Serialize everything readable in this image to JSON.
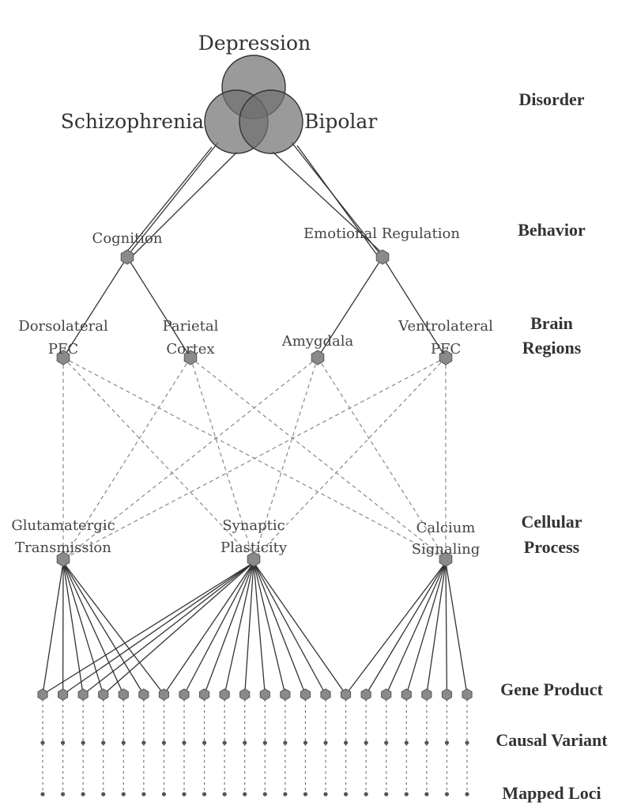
{
  "disorders": {
    "items": [
      {
        "key": "depression",
        "label": "Depression"
      },
      {
        "key": "schizophrenia",
        "label": "Schizophrenia"
      },
      {
        "key": "bipolar",
        "label": "Bipolar"
      }
    ]
  },
  "levels": {
    "disorder": "Disorder",
    "behavior": "Behavior",
    "brain_regions": [
      "Brain",
      "Regions"
    ],
    "cellular_process": [
      "Cellular",
      "Process"
    ],
    "gene_product": "Gene Product",
    "causal_variant": "Causal Variant",
    "mapped_loci": "Mapped Loci"
  },
  "behaviors": [
    {
      "key": "cognition",
      "label": "Cognition"
    },
    {
      "key": "emotional",
      "label": "Emotional Regulation"
    }
  ],
  "regions": [
    {
      "key": "dlpfc",
      "lines": [
        "Dorsolateral",
        "PFC"
      ],
      "parent": "cognition"
    },
    {
      "key": "parietal",
      "lines": [
        "Parietal",
        "Cortex"
      ],
      "parent": "cognition"
    },
    {
      "key": "amygdala",
      "lines": [
        "Amygdala"
      ],
      "parent": "emotional"
    },
    {
      "key": "vlpfc",
      "lines": [
        "Ventrolateral",
        "PFC"
      ],
      "parent": "emotional"
    }
  ],
  "processes": [
    {
      "key": "glut",
      "lines": [
        "Glutamatergic",
        "Transmission"
      ]
    },
    {
      "key": "syn",
      "lines": [
        "Synaptic",
        "Plasticity"
      ]
    },
    {
      "key": "calc",
      "lines": [
        "Calcium",
        "Signaling"
      ]
    }
  ],
  "region_process_links": [
    [
      "dlpfc",
      "glut"
    ],
    [
      "dlpfc",
      "syn"
    ],
    [
      "dlpfc",
      "calc"
    ],
    [
      "parietal",
      "glut"
    ],
    [
      "parietal",
      "syn"
    ],
    [
      "parietal",
      "calc"
    ],
    [
      "amygdala",
      "glut"
    ],
    [
      "amygdala",
      "syn"
    ],
    [
      "amygdala",
      "calc"
    ],
    [
      "vlpfc",
      "glut"
    ],
    [
      "vlpfc",
      "syn"
    ],
    [
      "vlpfc",
      "calc"
    ]
  ],
  "gene_count": 22,
  "process_gene_links": {
    "glut": [
      0,
      1,
      2,
      3,
      4,
      5,
      6
    ],
    "syn": [
      0,
      1,
      2,
      3,
      6,
      7,
      8,
      9,
      10,
      11,
      12,
      13,
      14,
      15
    ],
    "calc": [
      15,
      16,
      17,
      18,
      19,
      20,
      21
    ]
  },
  "styles": {
    "node_fill": "#8a8a8a",
    "venn_fill": "#6f6f6f",
    "edge_color": "#333333",
    "dashed_color": "#888888"
  }
}
